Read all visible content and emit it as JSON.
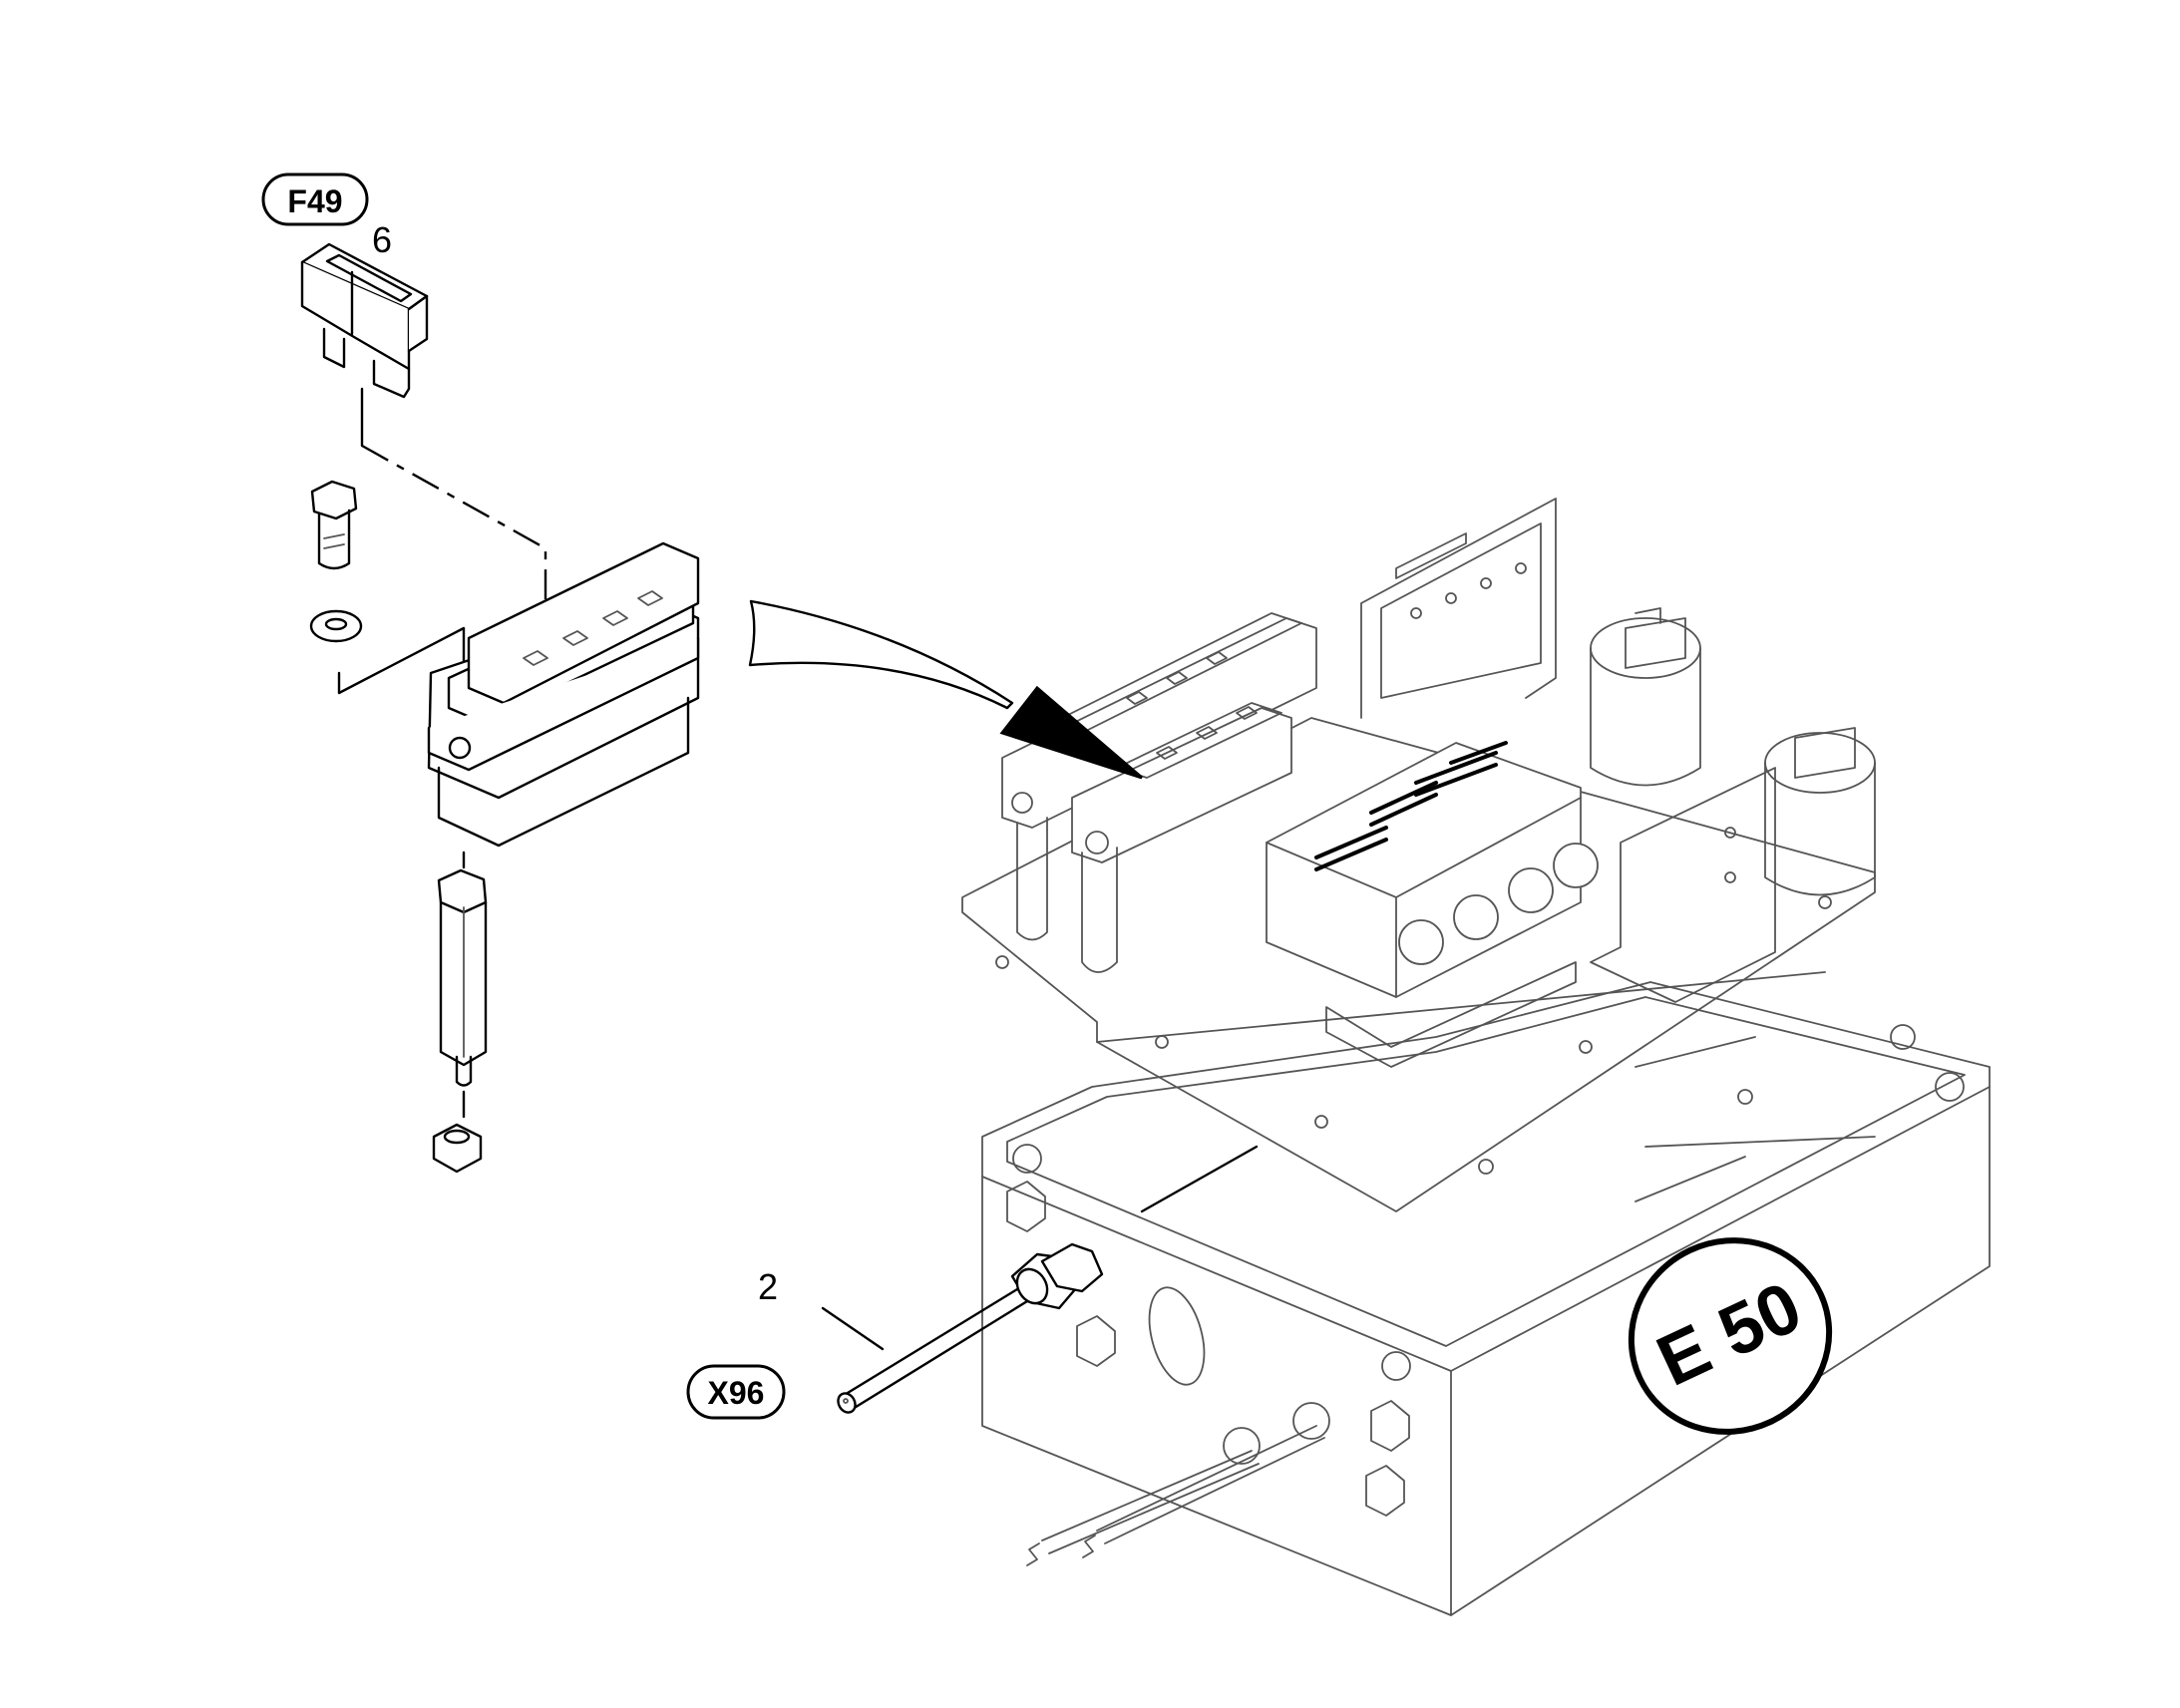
{
  "callouts": {
    "fuse": "F49",
    "cable": "X96"
  },
  "item_numbers": {
    "fuse": "6",
    "cable": "2"
  },
  "housing_label": "E 50",
  "colors": {
    "line": "#000000",
    "background": "#ffffff"
  }
}
